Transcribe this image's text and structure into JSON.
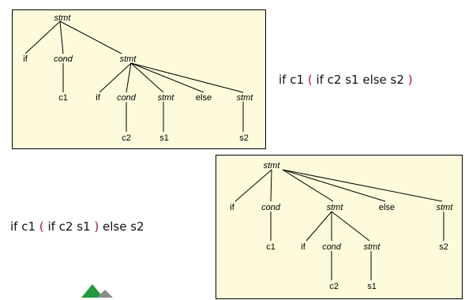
{
  "expr1": {
    "head": "if c1",
    "open": "(",
    "mid": "if c2 s1 else s2",
    "close": ")",
    "tail": ""
  },
  "expr2": {
    "head": "if c1",
    "open": "(",
    "mid": "if c2 s1",
    "close": ")",
    "tail": "else s2"
  },
  "tree1": {
    "stmt_root": "stmt",
    "if": "if",
    "cond": "cond",
    "stmt": "stmt",
    "inner_if": "if",
    "inner_cond": "cond",
    "inner_stmt": "stmt",
    "else": "else",
    "else_stmt": "stmt",
    "c1": "c1",
    "c2": "c2",
    "s1": "s1",
    "s2": "s2"
  },
  "tree2": {
    "stmt_root": "stmt",
    "if": "if",
    "cond": "cond",
    "stmt": "stmt",
    "else": "else",
    "else_stmt": "stmt",
    "c1": "c1",
    "inner_if": "if",
    "inner_cond": "cond",
    "inner_stmt": "stmt",
    "s2": "s2",
    "c2": "c2",
    "s1": "s1"
  },
  "colors": {
    "panel": "#fdfbdc",
    "paren": "#a01a3c",
    "logo_green": "#1f9a3c",
    "logo_gray": "#8a8a8a"
  }
}
